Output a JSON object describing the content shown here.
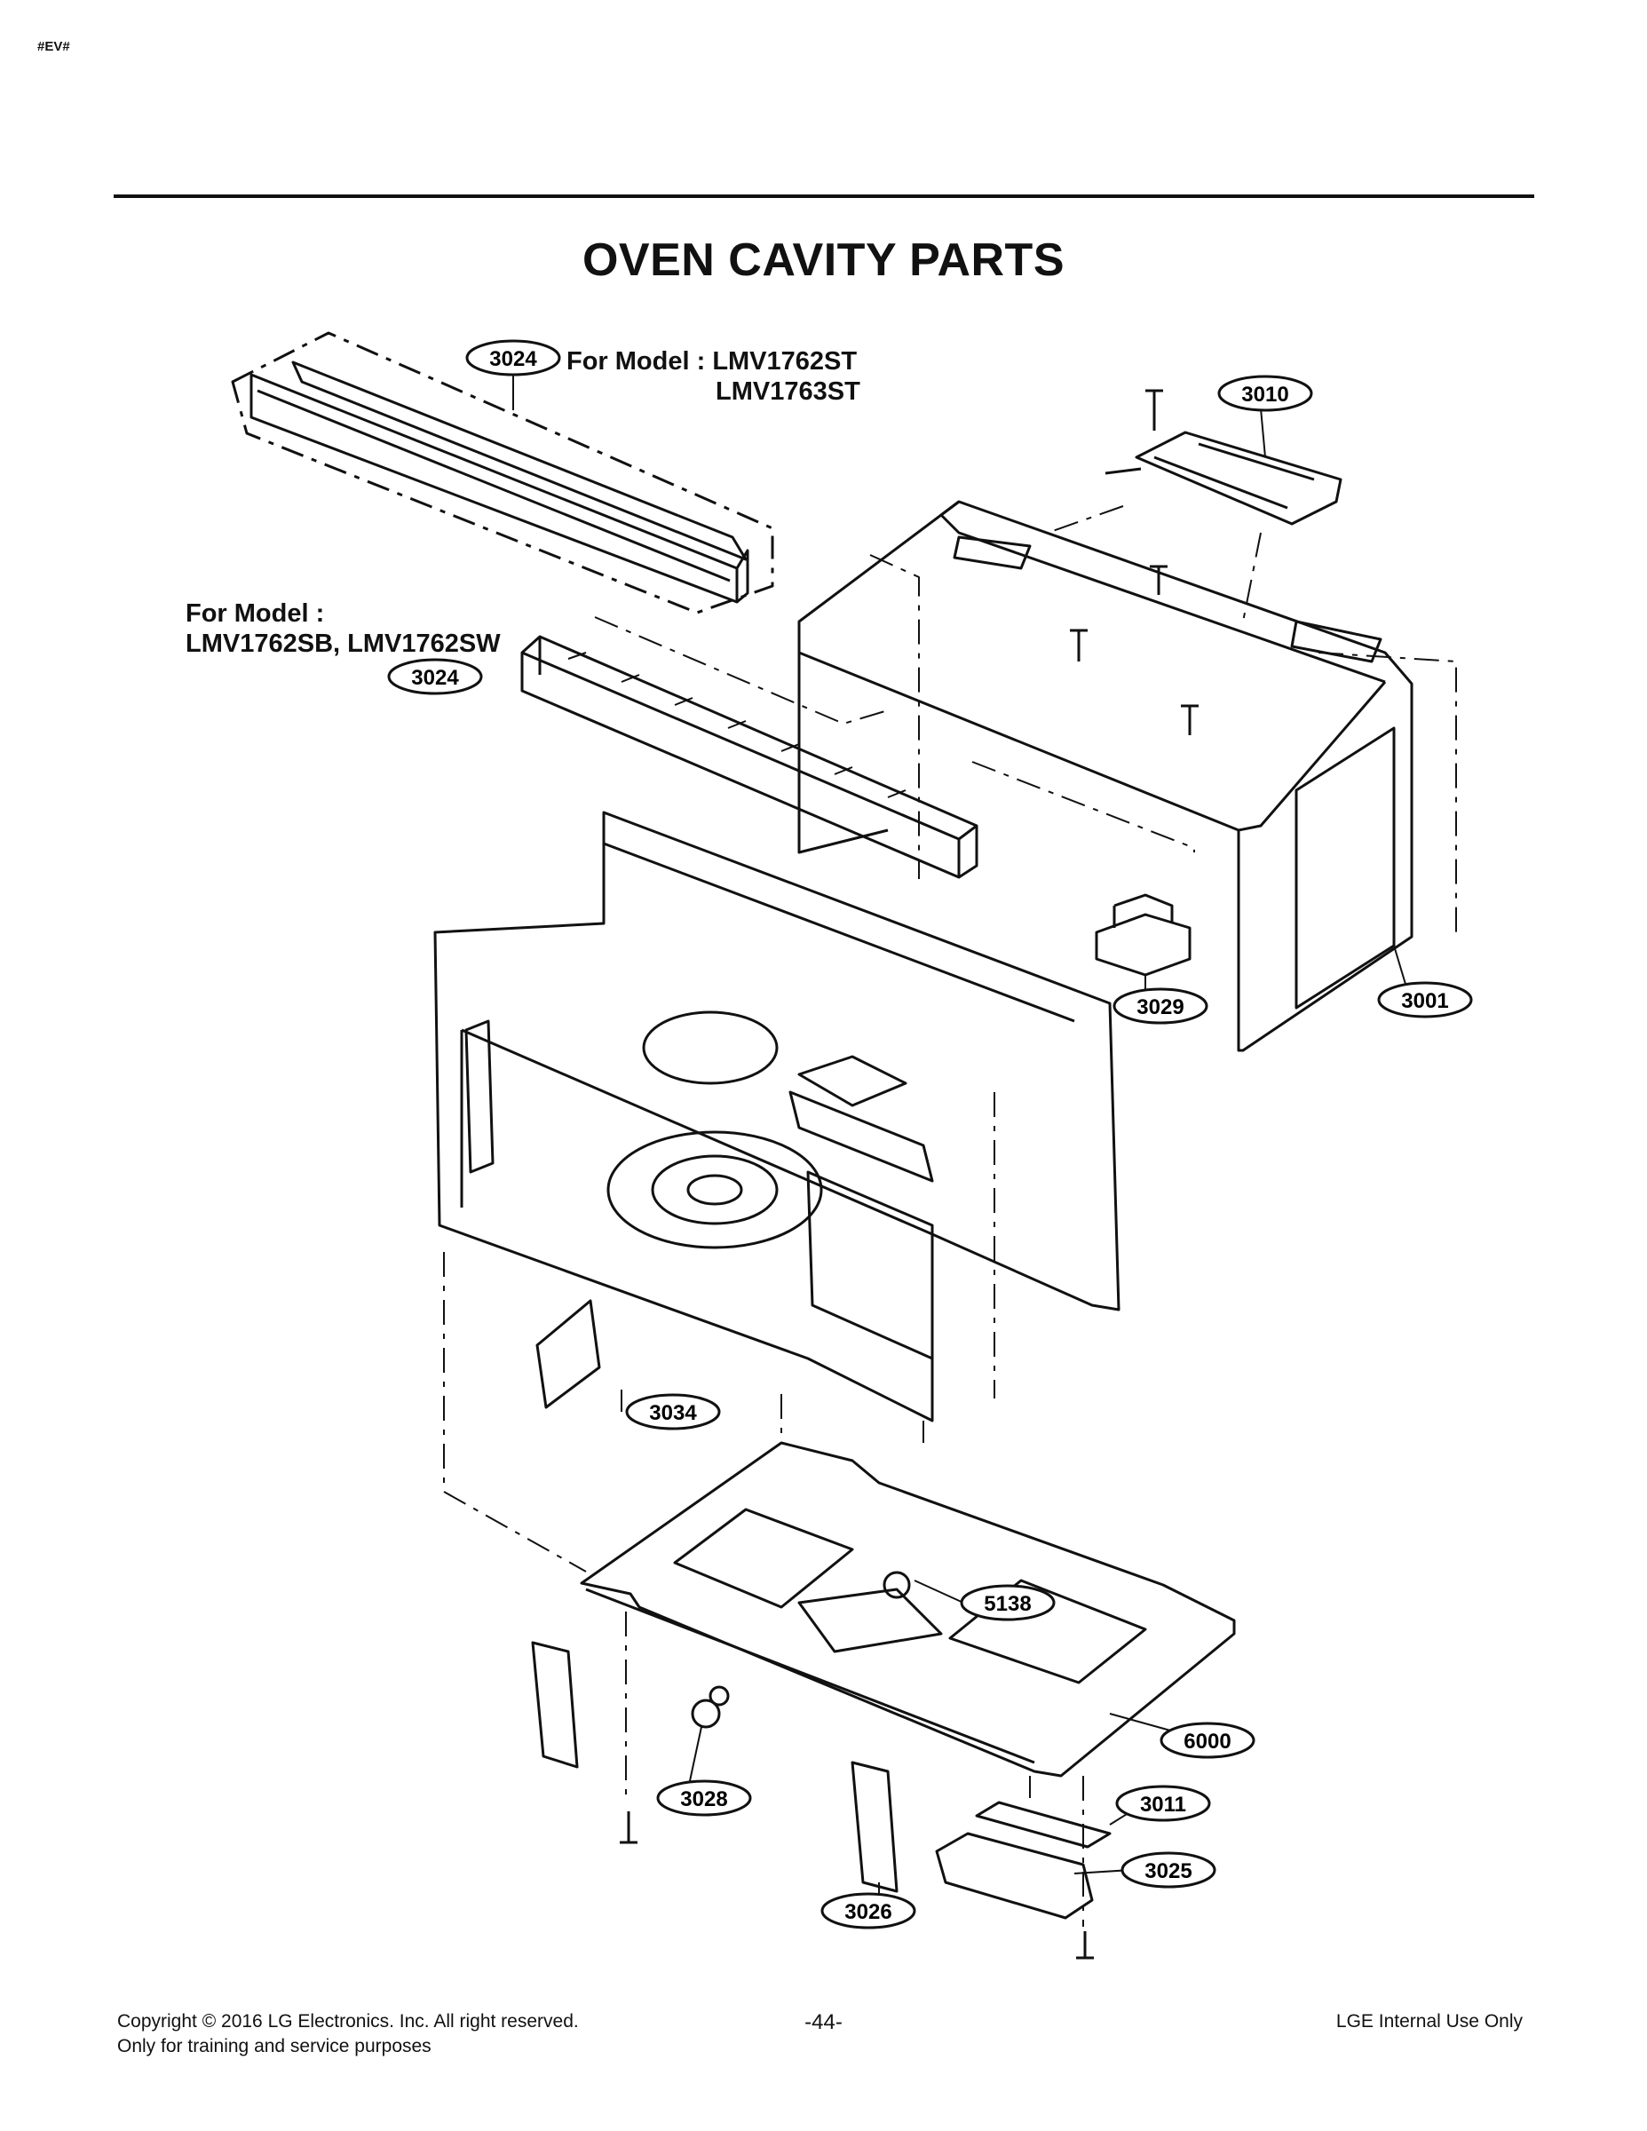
{
  "header": {
    "corner_tag": "#EV#",
    "title": "OVEN CAVITY PARTS"
  },
  "notes": {
    "top_model_prefix": "For Model : LMV1762ST",
    "top_model_second": "LMV1763ST",
    "side_model_prefix": "For Model :",
    "side_model_list": "LMV1762SB, LMV1762SW"
  },
  "callouts": [
    {
      "label": "3024"
    },
    {
      "label": "3024"
    },
    {
      "label": "3010"
    },
    {
      "label": "3029"
    },
    {
      "label": "3001"
    },
    {
      "label": "3034"
    },
    {
      "label": "5138"
    },
    {
      "label": "6000"
    },
    {
      "label": "3028"
    },
    {
      "label": "3011"
    },
    {
      "label": "3025"
    },
    {
      "label": "3026"
    }
  ],
  "footer": {
    "copyright": "Copyright © 2016 LG Electronics. Inc. All right reserved.",
    "training": "Only for training and service purposes",
    "page_number": "-44-",
    "internal": "LGE Internal Use Only"
  }
}
